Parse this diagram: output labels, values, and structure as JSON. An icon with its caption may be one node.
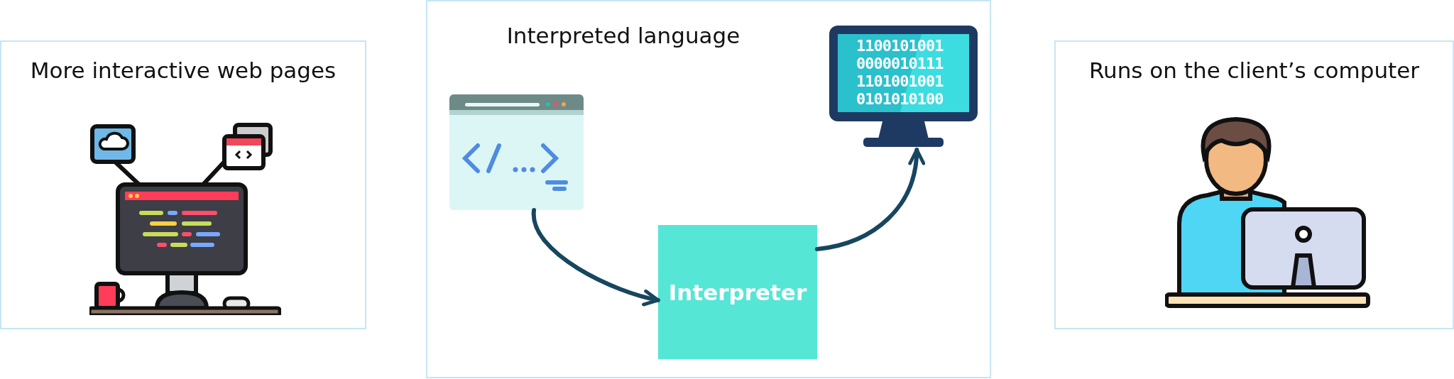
{
  "diagram": {
    "nodes": [
      {
        "text": [
          "More interactive web pages"
        ]
      },
      {
        "text": [
          "Interpreted language"
        ]
      },
      {
        "text": [],
        "shape": "picture",
        "in": 1
      },
      {
        "text": [
          "Interpreter"
        ],
        "in": 1
      },
      {
        "text": [
          "1100101001 0000010111 1101001001 0101010100"
        ],
        "in": 1
      },
      {
        "text": [
          "Runs on the client’s computer"
        ]
      }
    ],
    "edges": [
      {
        "from": 2,
        "to": 3,
        "arrow": "to"
      },
      {
        "from": 3,
        "to": 4,
        "arrow": "to"
      }
    ]
  }
}
